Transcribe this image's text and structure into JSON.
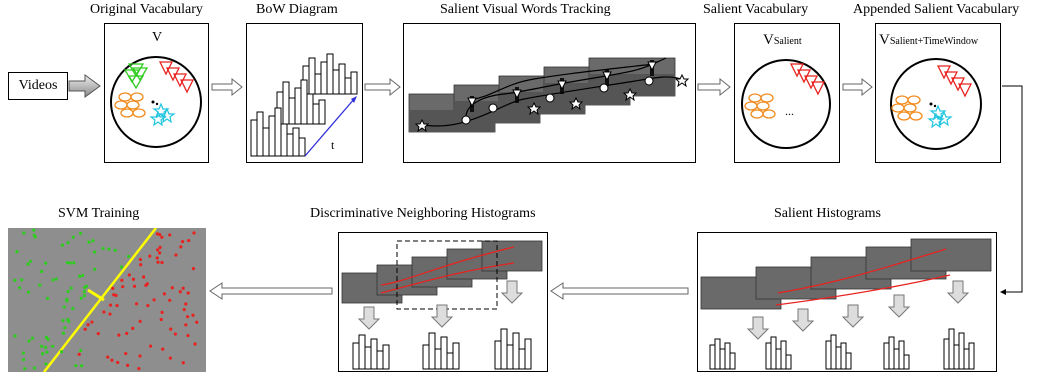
{
  "titles": {
    "original_vocab": "Original Vacabulary",
    "bow_diagram": "BoW Diagram",
    "tracking": "Salient Visual Words Tracking",
    "salient_vocab": "Salient Vacabulary",
    "appended_vocab": "Appended Salient Vacabulary",
    "svm_training": "SVM Training",
    "discriminative": "Discriminative Neighboring Histograms",
    "salient_histograms": "Salient Histograms"
  },
  "labels": {
    "videos": "Videos",
    "v": "V",
    "v_salient_main": "V",
    "v_salient_sub": "Salient",
    "v_salient_tw_main": "V",
    "v_salient_tw_sub": "Salient+TimeWindow",
    "t": "t",
    "ellipsis": "..."
  },
  "colors": {
    "red": "#e8231f",
    "green": "#2ecc1f",
    "orange": "#f08a1c",
    "cyan": "#22c6e0",
    "blue": "#3030d8",
    "yellow": "#ffff00",
    "svm_bg": "#8e8e8e",
    "frame": "#6a6a6a"
  }
}
